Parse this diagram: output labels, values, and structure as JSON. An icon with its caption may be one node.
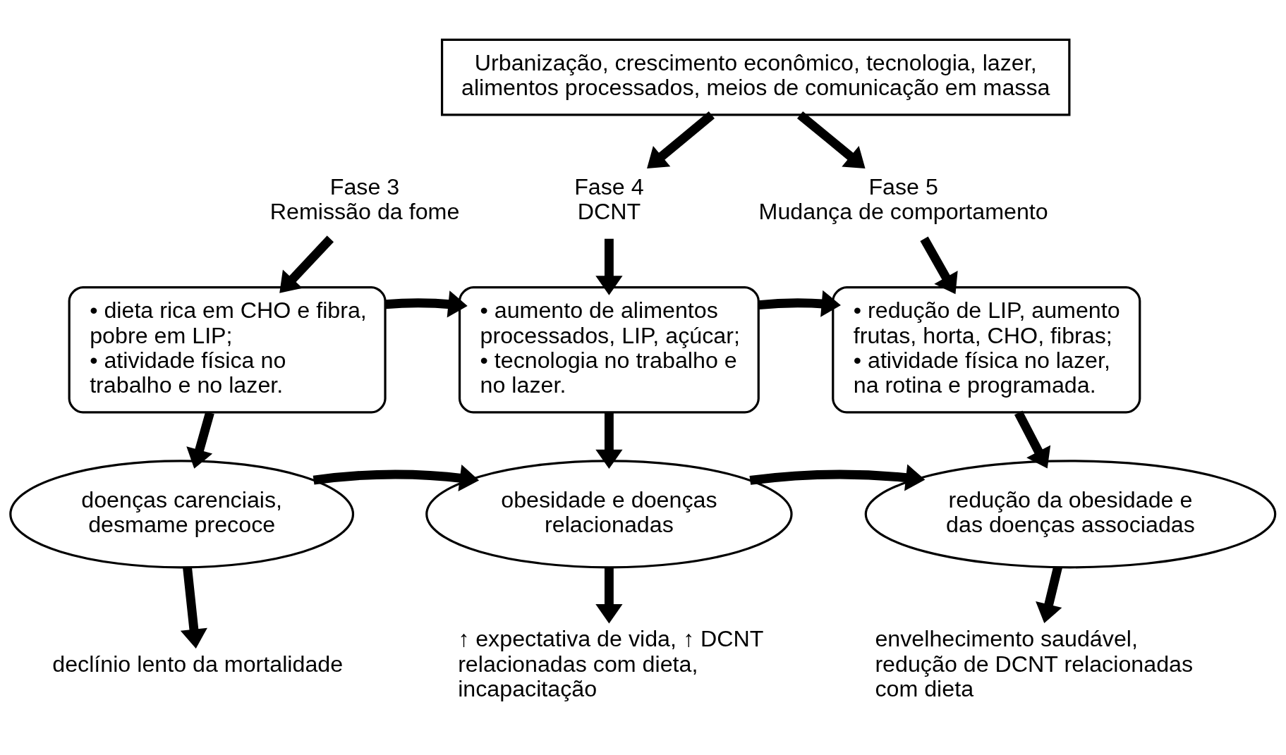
{
  "diagram": {
    "nodes": [
      {
        "text": [
          "Urbanização, crescimento econômico, tecnologia, lazer, alimentos processados, meios de comunicação em massa"
        ]
      },
      {
        "text": [
          "Fase 3",
          "Remissão da fome"
        ]
      },
      {
        "text": [
          "Fase 4",
          "DCNT"
        ]
      },
      {
        "text": [
          "Fase 5",
          "Mudança de comportamento"
        ]
      },
      {
        "text": [
          "• dieta rica em CHO e fibra, pobre em LIP;",
          "• atividade física no trabalho e no lazer."
        ]
      },
      {
        "text": [
          "• aumento de alimentos processados, LIP, açúcar;",
          "• tecnologia no trabalho e no lazer."
        ]
      },
      {
        "text": [
          "• redução de LIP, aumento frutas, horta, CHO, fibras;",
          "• atividade física no lazer, na rotina e programada."
        ]
      },
      {
        "text": [
          "doenças carenciais, desmame precoce"
        ]
      },
      {
        "text": [
          "obesidade e doenças relacionadas"
        ]
      },
      {
        "text": [
          "redução da obesidade e das doenças associadas"
        ]
      },
      {
        "text": [
          "declínio lento da mortalidade"
        ]
      },
      {
        "text": [
          "↑ expectativa de vida, ↑ DCNT relacionadas com dieta, incapacitação"
        ]
      },
      {
        "text": [
          "envelhecimento saudável, redução de DCNT relacionadas com dieta"
        ]
      }
    ],
    "edges": [
      {
        "from": 0,
        "to": 2,
        "arrow": "to"
      },
      {
        "from": 0,
        "to": 3,
        "arrow": "to"
      },
      {
        "from": 1,
        "to": 4,
        "arrow": "to"
      },
      {
        "from": 2,
        "to": 5,
        "arrow": "to"
      },
      {
        "from": 3,
        "to": 6,
        "arrow": "to"
      },
      {
        "from": 4,
        "to": 5,
        "arrow": "to"
      },
      {
        "from": 5,
        "to": 6,
        "arrow": "to"
      },
      {
        "from": 4,
        "to": 7,
        "arrow": "to"
      },
      {
        "from": 5,
        "to": 8,
        "arrow": "to"
      },
      {
        "from": 6,
        "to": 9,
        "arrow": "to"
      },
      {
        "from": 7,
        "to": 8,
        "arrow": "to"
      },
      {
        "from": 8,
        "to": 9,
        "arrow": "to"
      },
      {
        "from": 7,
        "to": 10,
        "arrow": "to"
      },
      {
        "from": 8,
        "to": 11,
        "arrow": "to"
      },
      {
        "from": 9,
        "to": 12,
        "arrow": "to"
      }
    ]
  }
}
